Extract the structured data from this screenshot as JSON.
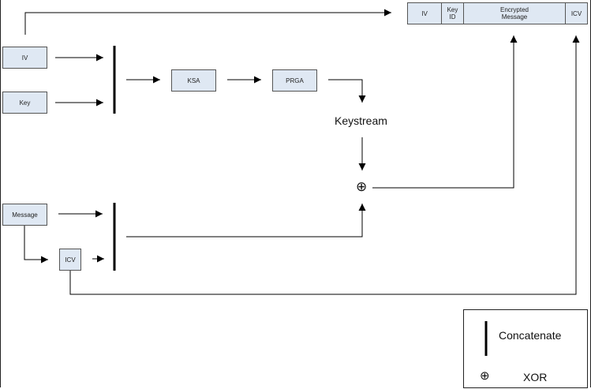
{
  "inputs": {
    "iv": "IV",
    "key": "Key",
    "message": "Message",
    "icv": "ICV"
  },
  "stages": {
    "ksa": "KSA",
    "prga": "PRGA",
    "keystream": "Keystream",
    "xor_symbol": "⊕"
  },
  "frame_fields": {
    "iv": "IV",
    "key_id": "Key ID",
    "encrypted_message": "Encrypted Message",
    "icv": "ICV"
  },
  "legend": {
    "concatenate": "Concatenate",
    "xor_symbol": "⊕",
    "xor": "XOR"
  }
}
